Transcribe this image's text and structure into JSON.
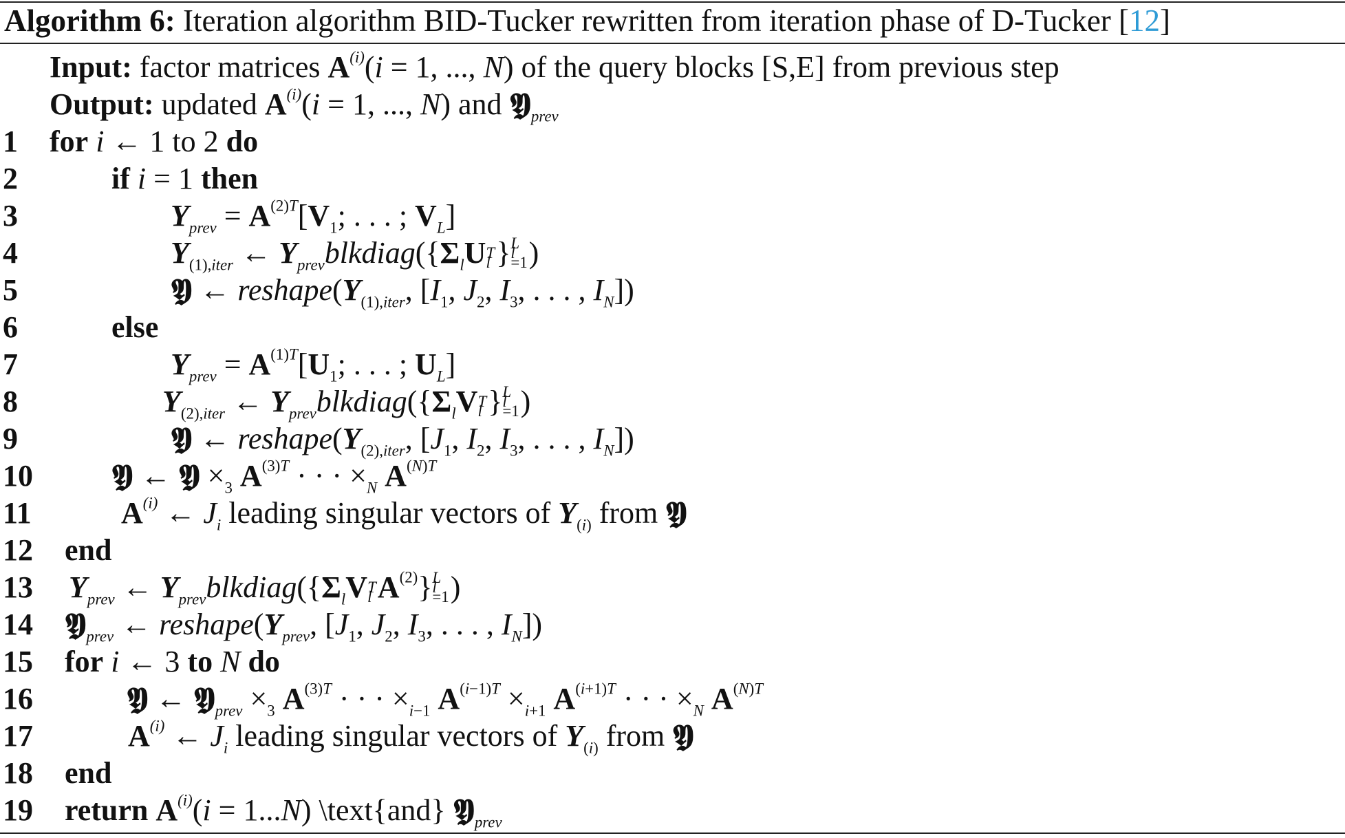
{
  "caption": {
    "label": "Algorithm 6:",
    "text": " Iteration algorithm BID-Tucker rewritten from iteration phase of D-Tucker [",
    "ref": "12",
    "close": "]"
  },
  "input": {
    "label": "Input:",
    "text1": " factor matrices ",
    "text2": " of the query blocks [S,E] from previous step"
  },
  "output": {
    "label": "Output:",
    "text1": " updated ",
    "text2": " and "
  },
  "lines": {
    "l1": {
      "num": "1"
    },
    "l2": {
      "num": "2"
    },
    "l3": {
      "num": "3"
    },
    "l4": {
      "num": "4"
    },
    "l5": {
      "num": "5"
    },
    "l6": {
      "num": "6"
    },
    "l7": {
      "num": "7"
    },
    "l8": {
      "num": "8"
    },
    "l9": {
      "num": "9"
    },
    "l10": {
      "num": "10"
    },
    "l11": {
      "num": "11"
    },
    "l12": {
      "num": "12"
    },
    "l13": {
      "num": "13"
    },
    "l14": {
      "num": "14"
    },
    "l15": {
      "num": "15"
    },
    "l16": {
      "num": "16"
    },
    "l17": {
      "num": "17"
    },
    "l18": {
      "num": "18"
    },
    "l19": {
      "num": "19"
    }
  },
  "keywords": {
    "for": "for",
    "do": "do",
    "if": "if",
    "then": "then",
    "else": "else",
    "end": "end",
    "to": "to",
    "return": "return"
  },
  "words": {
    "to": " to ",
    "leading": " leading singular vectors of ",
    "from": " from ",
    "text_and": " \\text{and} "
  }
}
